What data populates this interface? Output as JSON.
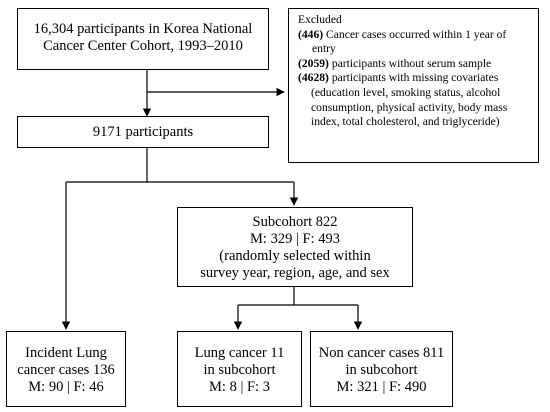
{
  "boxes": {
    "source": {
      "lines": [
        "16,304 participants in Korea National",
        "Cancer Center Cohort, 1993–2010"
      ]
    },
    "excluded": {
      "title": "Excluded",
      "items": [
        {
          "count": "(446)",
          "text": " Cancer cases occurred within 1 year of",
          "cont": [
            "entry"
          ]
        },
        {
          "count": "(2059)",
          "text": " participants without serum sample",
          "cont": []
        },
        {
          "count": "(4628)",
          "text": " participants with missing covariates",
          "cont": [
            "(education level, smoking status, alcohol",
            "consumption, physical activity, body mass",
            "index, total cholesterol, and triglyceride)"
          ]
        }
      ]
    },
    "participants": {
      "lines": [
        "9171 participants"
      ]
    },
    "subcohort": {
      "lines": [
        "Subcohort 822",
        "M: 329 | F: 493",
        "(randomly selected within",
        "survey year, region, age, and sex"
      ]
    },
    "incident": {
      "lines": [
        "Incident Lung",
        "cancer cases 136",
        "M: 90 | F: 46"
      ]
    },
    "lung_sub": {
      "lines": [
        "Lung cancer 11",
        "in subcohort",
        "M: 8 | F: 3"
      ]
    },
    "noncancer": {
      "lines": [
        "Non cancer cases 811",
        "in subcohort",
        "M: 321 | F: 490"
      ]
    }
  }
}
